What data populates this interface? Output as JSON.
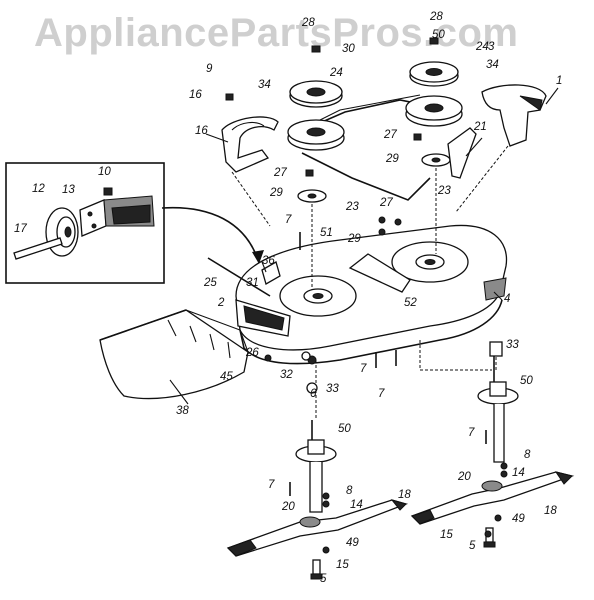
{
  "watermark": "AppliancePartsPros.com",
  "part_labels": [
    "1",
    "2",
    "3",
    "4",
    "5",
    "5",
    "6",
    "7",
    "7",
    "7",
    "7",
    "7",
    "8",
    "8",
    "9",
    "10",
    "12",
    "13",
    "14",
    "14",
    "15",
    "15",
    "16",
    "16",
    "17",
    "18",
    "18",
    "20",
    "20",
    "21",
    "23",
    "23",
    "24",
    "24",
    "25",
    "26",
    "27",
    "27",
    "27",
    "28",
    "28",
    "29",
    "29",
    "29",
    "30",
    "31",
    "32",
    "33",
    "33",
    "34",
    "34",
    "36",
    "38",
    "45",
    "49",
    "49",
    "50",
    "50",
    "50",
    "51",
    "52"
  ]
}
